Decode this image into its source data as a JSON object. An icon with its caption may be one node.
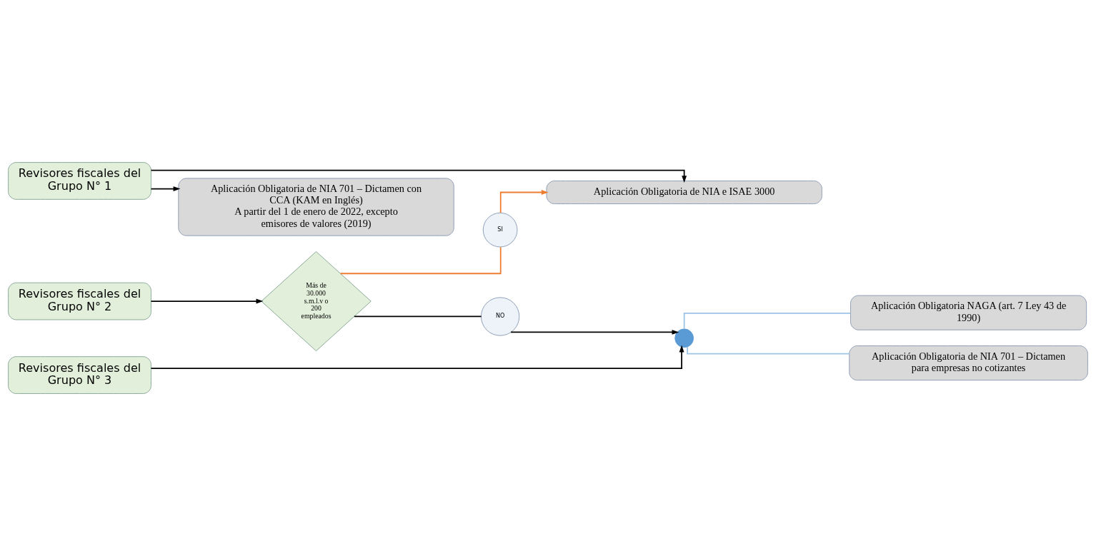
{
  "diagram": {
    "nodes": [
      {
        "text": [
          "Revisores fiscales del Grupo N° 1"
        ]
      },
      {
        "text": [
          "Revisores fiscales del Grupo N° 2"
        ]
      },
      {
        "text": [
          "Revisores fiscales del Grupo N° 3"
        ]
      },
      {
        "text": [
          "Aplicación Obligatoria de NIA e ISAE 3000"
        ]
      },
      {
        "text": [
          "Aplicación Obligatoria de NIA 701 – Dictamen con CCA (KAM en Inglés)",
          "A partir del 1 de enero de 2022, excepto emisores de valores (2019)"
        ]
      },
      {
        "text": [
          "Más de 30.000 s.m.l.v o 200 empleados"
        ]
      },
      {
        "text": [
          "SI"
        ]
      },
      {
        "text": [
          "NO"
        ]
      },
      {
        "text": [],
        "shape": "circle"
      },
      {
        "text": [
          "Aplicación Obligatoria NAGA (art. 7 Ley 43 de 1990)"
        ]
      },
      {
        "text": [
          "Aplicación Obligatoria de NIA 701 – Dictamen para empresas no cotizantes"
        ]
      }
    ],
    "edges": [
      {
        "from": 0,
        "to": 3,
        "arrow": "to"
      },
      {
        "from": 0,
        "to": 4,
        "arrow": "to"
      },
      {
        "from": 1,
        "to": 5,
        "arrow": "to"
      },
      {
        "from": 5,
        "to": 6,
        "arrow": "none",
        "color": "#ed7d31"
      },
      {
        "from": 6,
        "to": 3,
        "arrow": "to",
        "color": "#ed7d31"
      },
      {
        "from": 5,
        "to": 7,
        "arrow": "none"
      },
      {
        "from": 7,
        "to": 8,
        "arrow": "to"
      },
      {
        "from": 2,
        "to": 8,
        "arrow": "to"
      },
      {
        "from": 8,
        "to": 9,
        "arrow": "none",
        "color": "#9dc3e6"
      },
      {
        "from": 8,
        "to": 10,
        "arrow": "none",
        "color": "#9dc3e6"
      }
    ]
  }
}
